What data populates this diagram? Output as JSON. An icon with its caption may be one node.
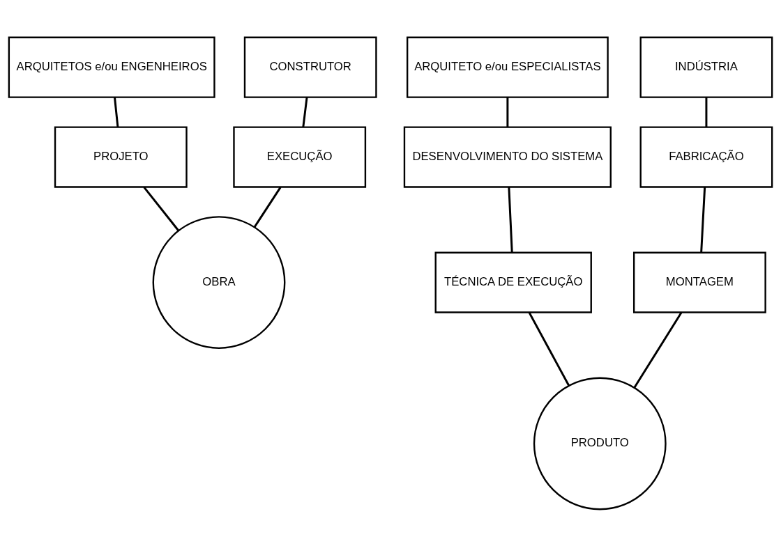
{
  "diagram": {
    "nodes": [
      {
        "text": [
          "ARQUITETOS e/ou ENGENHEIROS"
        ]
      },
      {
        "text": [
          "CONSTRUTOR"
        ]
      },
      {
        "text": [
          "PROJETO"
        ]
      },
      {
        "text": [
          "EXECUÇÃO"
        ]
      },
      {
        "text": [
          "OBRA"
        ]
      },
      {
        "text": [
          "ARQUITETO e/ou ESPECIALISTAS"
        ]
      },
      {
        "text": [
          "INDÚSTRIA"
        ]
      },
      {
        "text": [
          "DESENVOLVIMENTO DO SISTEMA"
        ]
      },
      {
        "text": [
          "FABRICAÇÃO"
        ]
      },
      {
        "text": [
          "TÉCNICA DE EXECUÇÃO"
        ]
      },
      {
        "text": [
          "MONTAGEM"
        ]
      },
      {
        "text": [
          "PRODUTO"
        ]
      }
    ],
    "edges": [
      {
        "from": 0,
        "to": 2,
        "arrow": "none"
      },
      {
        "from": 1,
        "to": 3,
        "arrow": "none"
      },
      {
        "from": 2,
        "to": 4,
        "arrow": "none"
      },
      {
        "from": 3,
        "to": 4,
        "arrow": "none"
      },
      {
        "from": 5,
        "to": 7,
        "arrow": "none"
      },
      {
        "from": 6,
        "to": 8,
        "arrow": "none"
      },
      {
        "from": 7,
        "to": 9,
        "arrow": "none"
      },
      {
        "from": 8,
        "to": 10,
        "arrow": "none"
      },
      {
        "from": 9,
        "to": 11,
        "arrow": "none"
      },
      {
        "from": 10,
        "to": 11,
        "arrow": "none"
      }
    ]
  }
}
